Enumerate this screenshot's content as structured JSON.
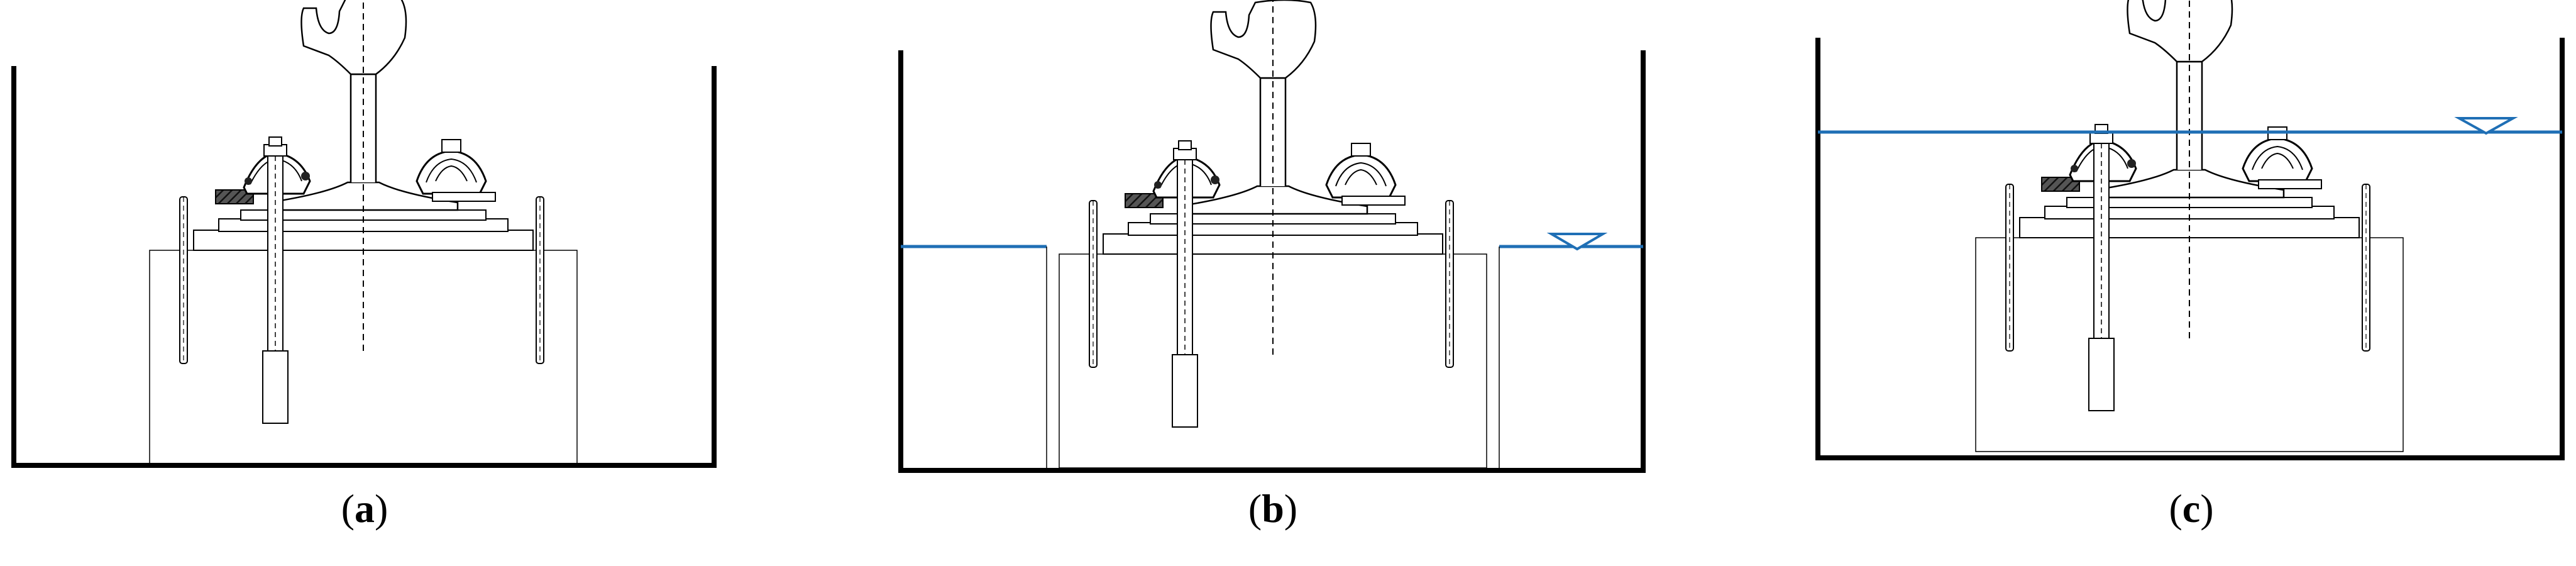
{
  "panels": [
    {
      "id": "a",
      "caption_text": "a",
      "water": "none"
    },
    {
      "id": "b",
      "caption_text": "b",
      "water": "partial"
    },
    {
      "id": "c",
      "caption_text": "c",
      "water": "full"
    }
  ],
  "colors": {
    "line": "#000000",
    "water": "#1f6fb5",
    "hatch": "#333333"
  }
}
